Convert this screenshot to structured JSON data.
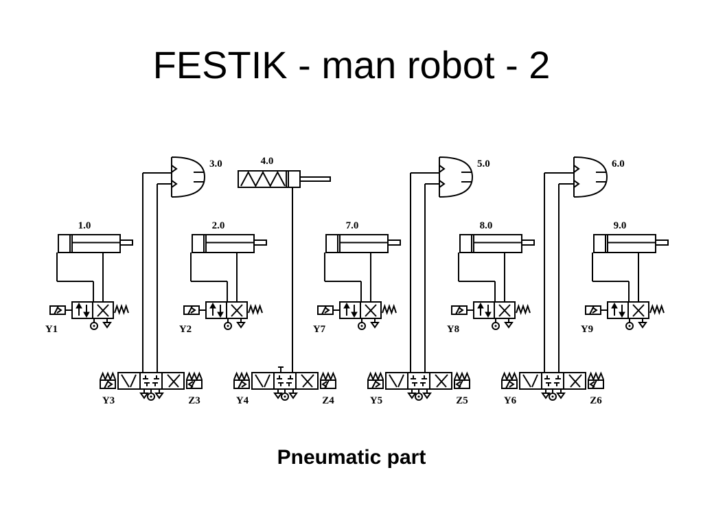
{
  "slide": {
    "title": "FESTIK - man robot - 2",
    "caption": "Pneumatic part"
  },
  "diagram": {
    "line_color": "#000000",
    "cylinders": [
      "1.0",
      "2.0",
      "7.0",
      "8.0",
      "9.0"
    ],
    "grippers": [
      "3.0",
      "5.0",
      "6.0"
    ],
    "linear_actuator": "4.0",
    "small_valves": [
      "Y1",
      "Y2",
      "Y7",
      "Y8",
      "Y9"
    ],
    "large_valves": [
      {
        "left": "Y3",
        "right": "Z3"
      },
      {
        "left": "Y4",
        "right": "Z4"
      },
      {
        "left": "Y5",
        "right": "Z5"
      },
      {
        "left": "Y6",
        "right": "Z6"
      }
    ]
  }
}
